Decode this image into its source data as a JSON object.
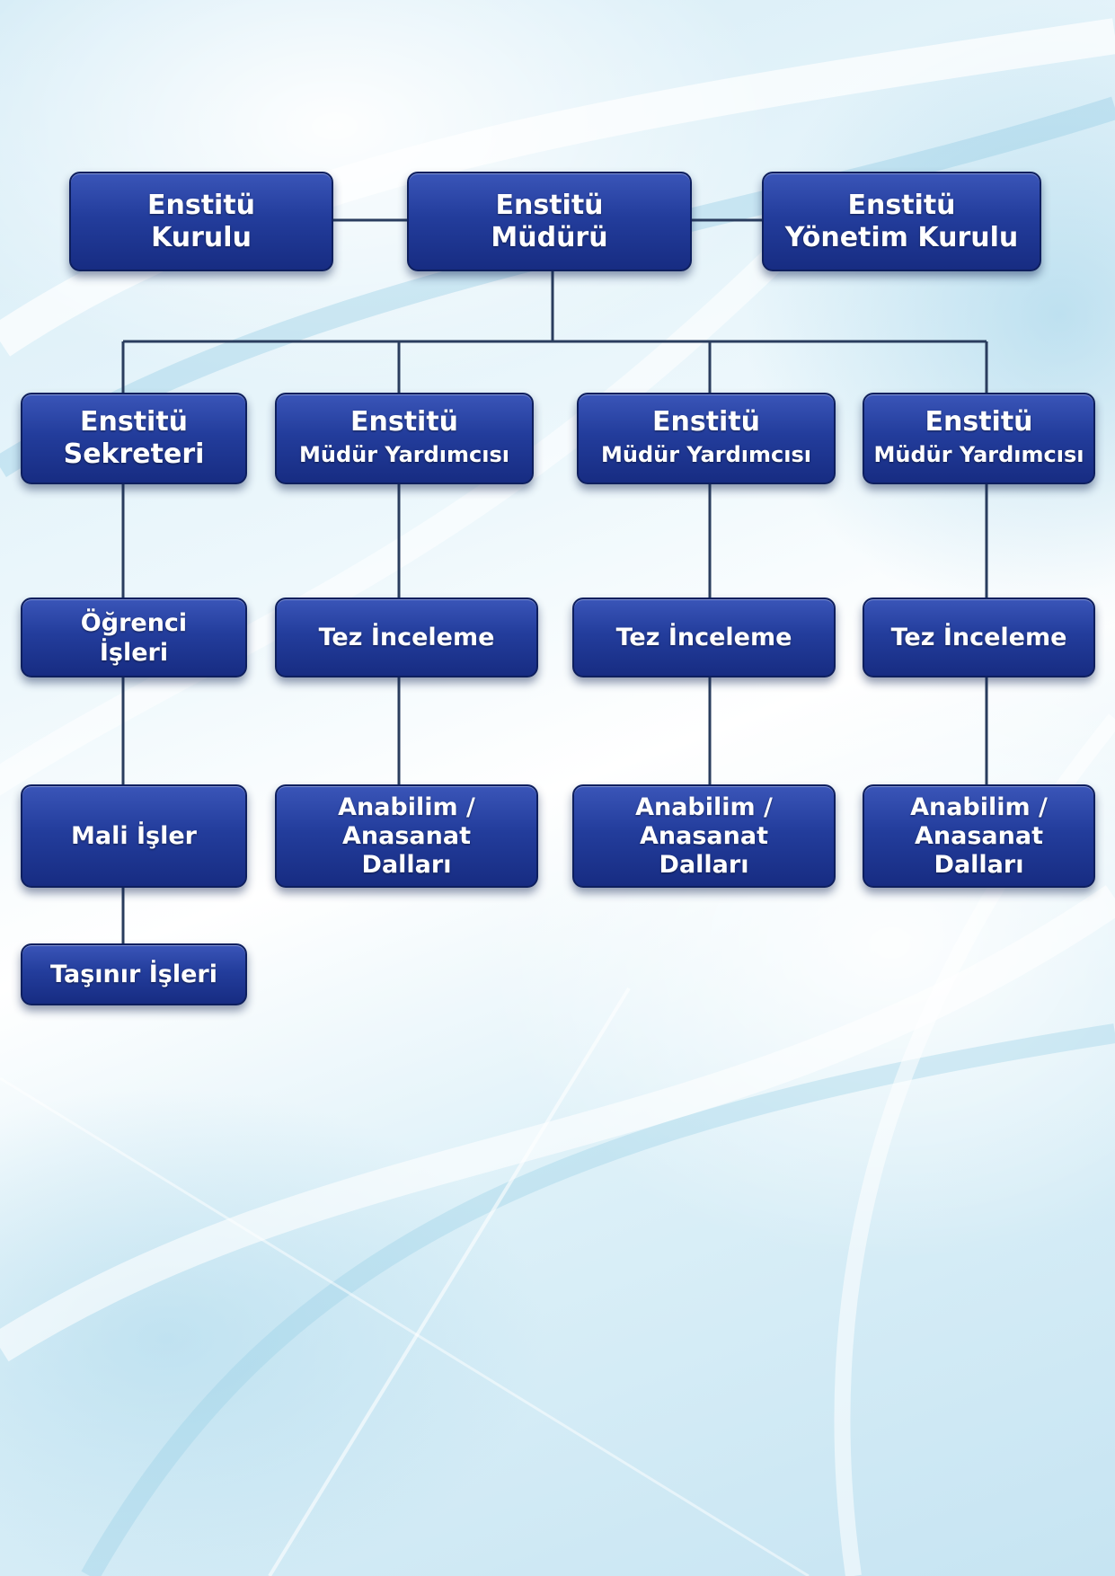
{
  "colors": {
    "box": "#233d9c",
    "box_border": "#0e1f5e",
    "connector": "#2a3d5e",
    "text": "#ffffff"
  },
  "top": {
    "kurul": [
      "Enstitü",
      "Kurulu"
    ],
    "mudur": [
      "Enstitü",
      "Müdürü"
    ],
    "yonetim": [
      "Enstitü",
      "Yönetim Kurulu"
    ]
  },
  "secretary": {
    "title": [
      "Enstitü",
      "Sekreteri"
    ],
    "ogrenci": [
      "Öğrenci",
      "İşleri"
    ],
    "mali": "Mali İşler",
    "tasinir": "Taşınır İşleri"
  },
  "deputies": [
    {
      "line1": "Enstitü",
      "line2": "Müdür Yardımcısı",
      "tez": "Tez İnceleme",
      "dal": [
        "Anabilim /",
        "Anasanat",
        "Dalları"
      ]
    },
    {
      "line1": "Enstitü",
      "line2": "Müdür Yardımcısı",
      "tez": "Tez İnceleme",
      "dal": [
        "Anabilim /",
        "Anasanat",
        "Dalları"
      ]
    },
    {
      "line1": "Enstitü",
      "line2": "Müdür Yardımcısı",
      "tez": "Tez İnceleme",
      "dal": [
        "Anabilim /",
        "Anasanat",
        "Dalları"
      ]
    }
  ]
}
